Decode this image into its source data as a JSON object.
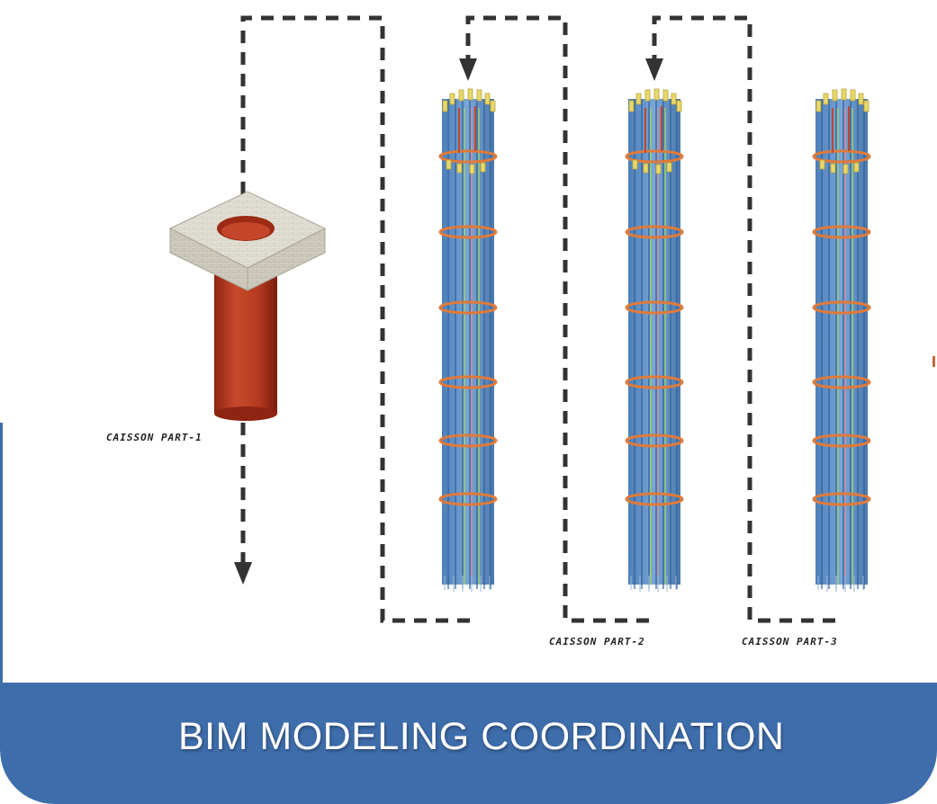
{
  "banner": {
    "title": "BIM MODELING COORDINATION",
    "color": "#3e6dab"
  },
  "labels": {
    "part1": "CAISSON PART-1",
    "part2": "CAISSON PART-2",
    "part3": "CAISSON PART-3"
  },
  "colors": {
    "caisson_body": "#b8351e",
    "pile_cap": "#dedbd0",
    "rebar_blue": "#5d8fc7",
    "rebar_tie": "#e07a3a",
    "rebar_top": "#e8d86a",
    "arrow": "#333333"
  }
}
